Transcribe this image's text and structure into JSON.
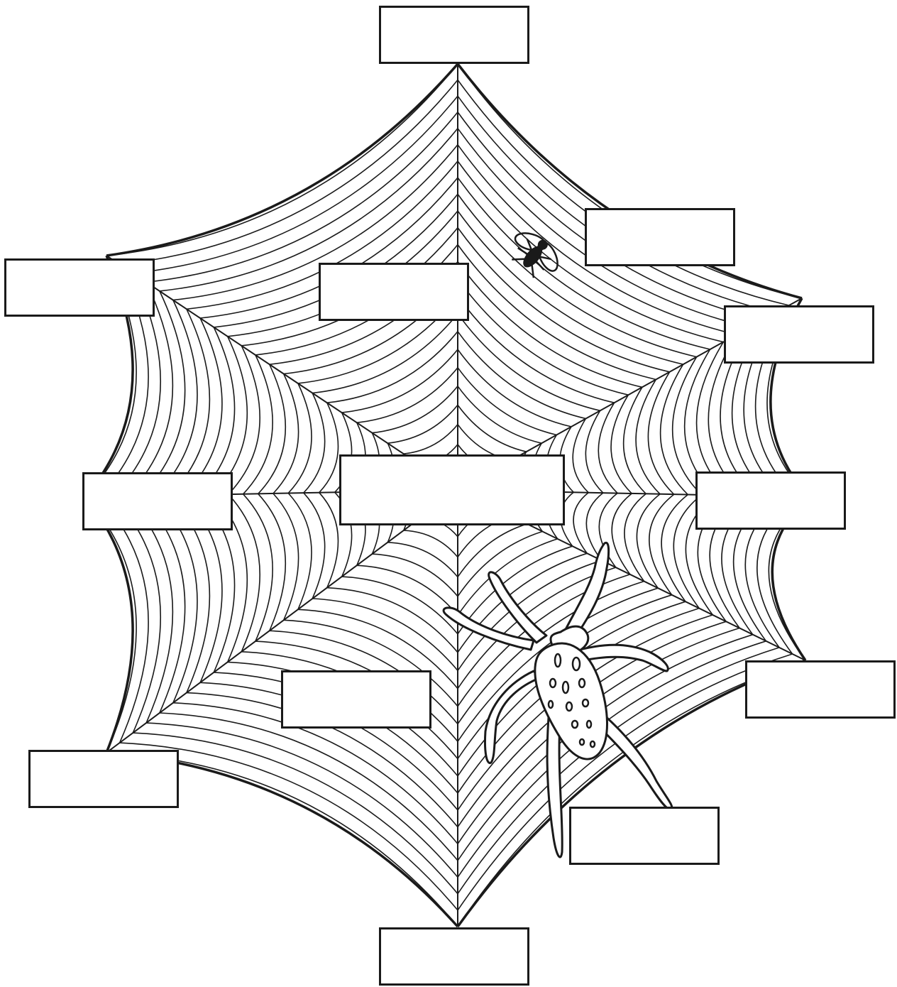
{
  "worksheet": {
    "style": {
      "ink_color": "#1a1a1a",
      "paper_color": "#ffffff"
    },
    "web": {
      "radial_threads": 8,
      "spiral_rings": 24
    },
    "label_boxes": [
      {
        "id": "top",
        "text": ""
      },
      {
        "id": "upper-right-inner",
        "text": ""
      },
      {
        "id": "upper-left-outer",
        "text": ""
      },
      {
        "id": "upper-center",
        "text": ""
      },
      {
        "id": "right-upper",
        "text": ""
      },
      {
        "id": "center",
        "text": ""
      },
      {
        "id": "left-middle",
        "text": ""
      },
      {
        "id": "right-middle",
        "text": ""
      },
      {
        "id": "lower-center-left",
        "text": ""
      },
      {
        "id": "right-lower",
        "text": ""
      },
      {
        "id": "lower-left-outer",
        "text": ""
      },
      {
        "id": "lower-right",
        "text": ""
      },
      {
        "id": "bottom",
        "text": ""
      }
    ],
    "illustrations": [
      {
        "name": "fly",
        "icon": "fly-icon"
      },
      {
        "name": "spider",
        "icon": "spider-icon"
      }
    ]
  }
}
